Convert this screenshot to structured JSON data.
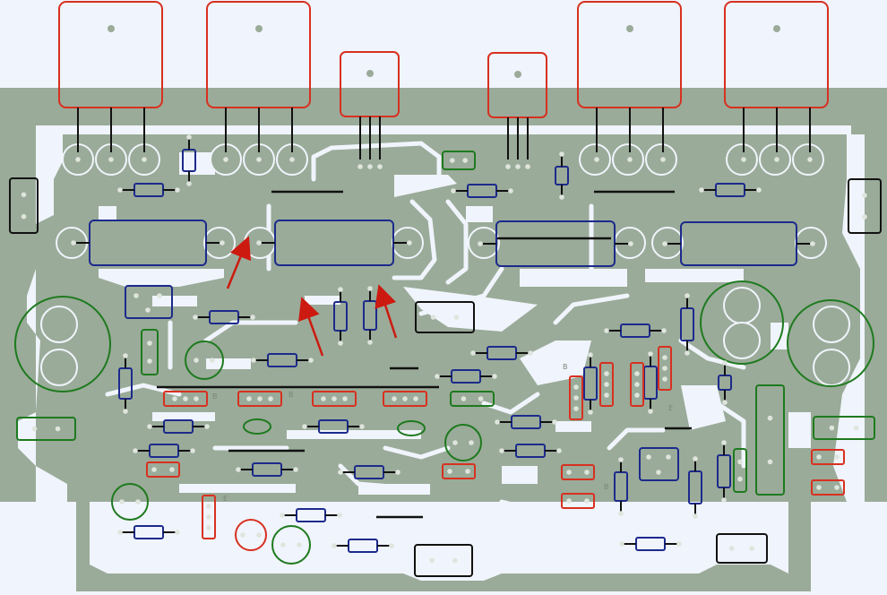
{
  "colors": {
    "background": "#f0f4fc",
    "board": "#9aab99",
    "copper": "#9aab99",
    "pad_hole": "#dfe5dd",
    "resistor": "#1c2a8c",
    "capacitor_red": "#d83020",
    "capacitor_green": "#1e7a1e",
    "connector": "#111111",
    "jumper": "#111111",
    "arrow": "#cc1a10",
    "pin_label": "#7a867a"
  },
  "pin_labels": {
    "b1": "B",
    "b2": "B",
    "b3": "B",
    "b4": "B",
    "e1": "E",
    "e2": "E"
  }
}
